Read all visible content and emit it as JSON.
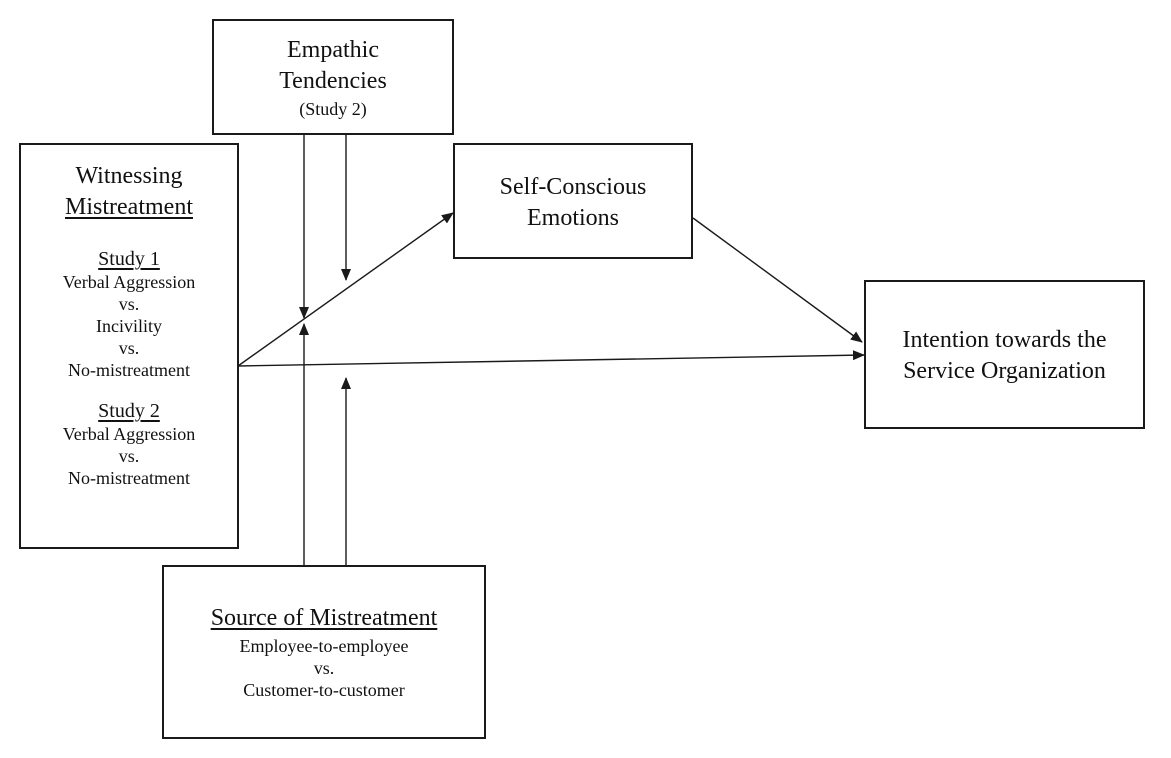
{
  "empathic": {
    "line1": "Empathic",
    "line2": "Tendencies",
    "line3": "(Study 2)"
  },
  "witnessing": {
    "title_line1": "Witnessing",
    "title_line2": "Mistreatment",
    "study1": {
      "heading": "Study 1",
      "items": [
        "Verbal Aggression",
        "vs.",
        "Incivility",
        "vs.",
        "No-mistreatment"
      ]
    },
    "study2": {
      "heading": "Study 2",
      "items": [
        "Verbal Aggression",
        "vs.",
        "No-mistreatment"
      ]
    }
  },
  "self_conscious": {
    "line1": "Self-Conscious",
    "line2": "Emotions"
  },
  "intention": {
    "line1": "Intention towards the",
    "line2": "Service Organization"
  },
  "source": {
    "title": "Source of Mistreatment",
    "items": [
      "Employee-to-employee",
      "vs.",
      "Customer-to-customer"
    ]
  }
}
